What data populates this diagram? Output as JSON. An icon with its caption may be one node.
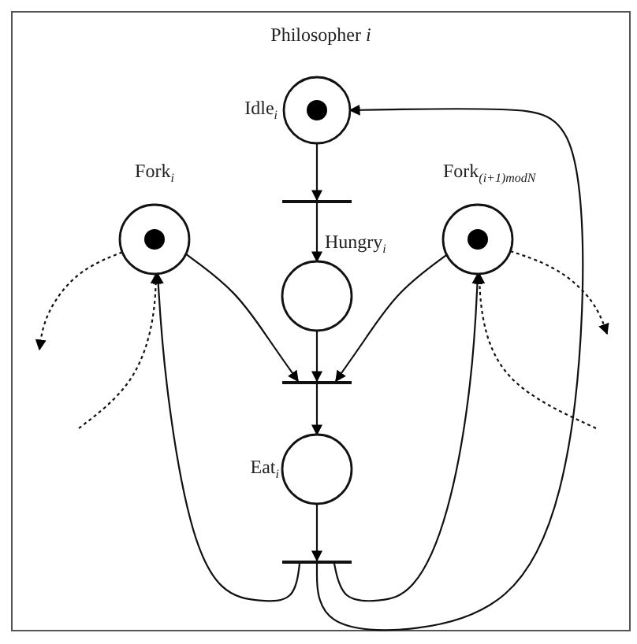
{
  "diagram": {
    "nodes": [
      {
        "text": [
          "Philosopher *i*"
        ]
      },
      {
        "text": [
          "Idle$_{i}$"
        ],
        "in": 0
      },
      {
        "text": [],
        "shape": "bar",
        "in": 0
      },
      {
        "text": [
          "Fork$_{i}$"
        ],
        "in": 0
      },
      {
        "text": [
          "Fork$_{(i+1)modN}$"
        ],
        "in": 0
      },
      {
        "text": [
          "Hungry$_{i}$"
        ],
        "in": 0
      },
      {
        "text": [],
        "shape": "bar",
        "in": 0
      },
      {
        "text": [
          "Eat$_{i}$"
        ],
        "in": 0
      },
      {
        "text": [],
        "shape": "bar",
        "in": 0
      }
    ],
    "edges": [
      {
        "from": 1,
        "to": 2,
        "arrow": "to"
      },
      {
        "from": 2,
        "to": 5,
        "arrow": "to"
      },
      {
        "from": 5,
        "to": 6,
        "arrow": "to"
      },
      {
        "from": 3,
        "to": 6,
        "arrow": "to"
      },
      {
        "from": 4,
        "to": 6,
        "arrow": "to"
      },
      {
        "from": 6,
        "to": 7,
        "arrow": "to"
      },
      {
        "from": 7,
        "to": 8,
        "arrow": "to"
      },
      {
        "from": 8,
        "to": 3,
        "arrow": "to"
      },
      {
        "from": 8,
        "to": 4,
        "arrow": "to"
      },
      {
        "from": 8,
        "to": 1,
        "arrow": "to"
      },
      {
        "from": 3,
        "to": null,
        "arrow": "to",
        "style": "dashed"
      },
      {
        "from": null,
        "to": 3,
        "arrow": "to",
        "style": "dashed"
      },
      {
        "from": 4,
        "to": null,
        "arrow": "to",
        "style": "dashed"
      },
      {
        "from": null,
        "to": 4,
        "arrow": "to",
        "style": "dashed"
      }
    ]
  }
}
